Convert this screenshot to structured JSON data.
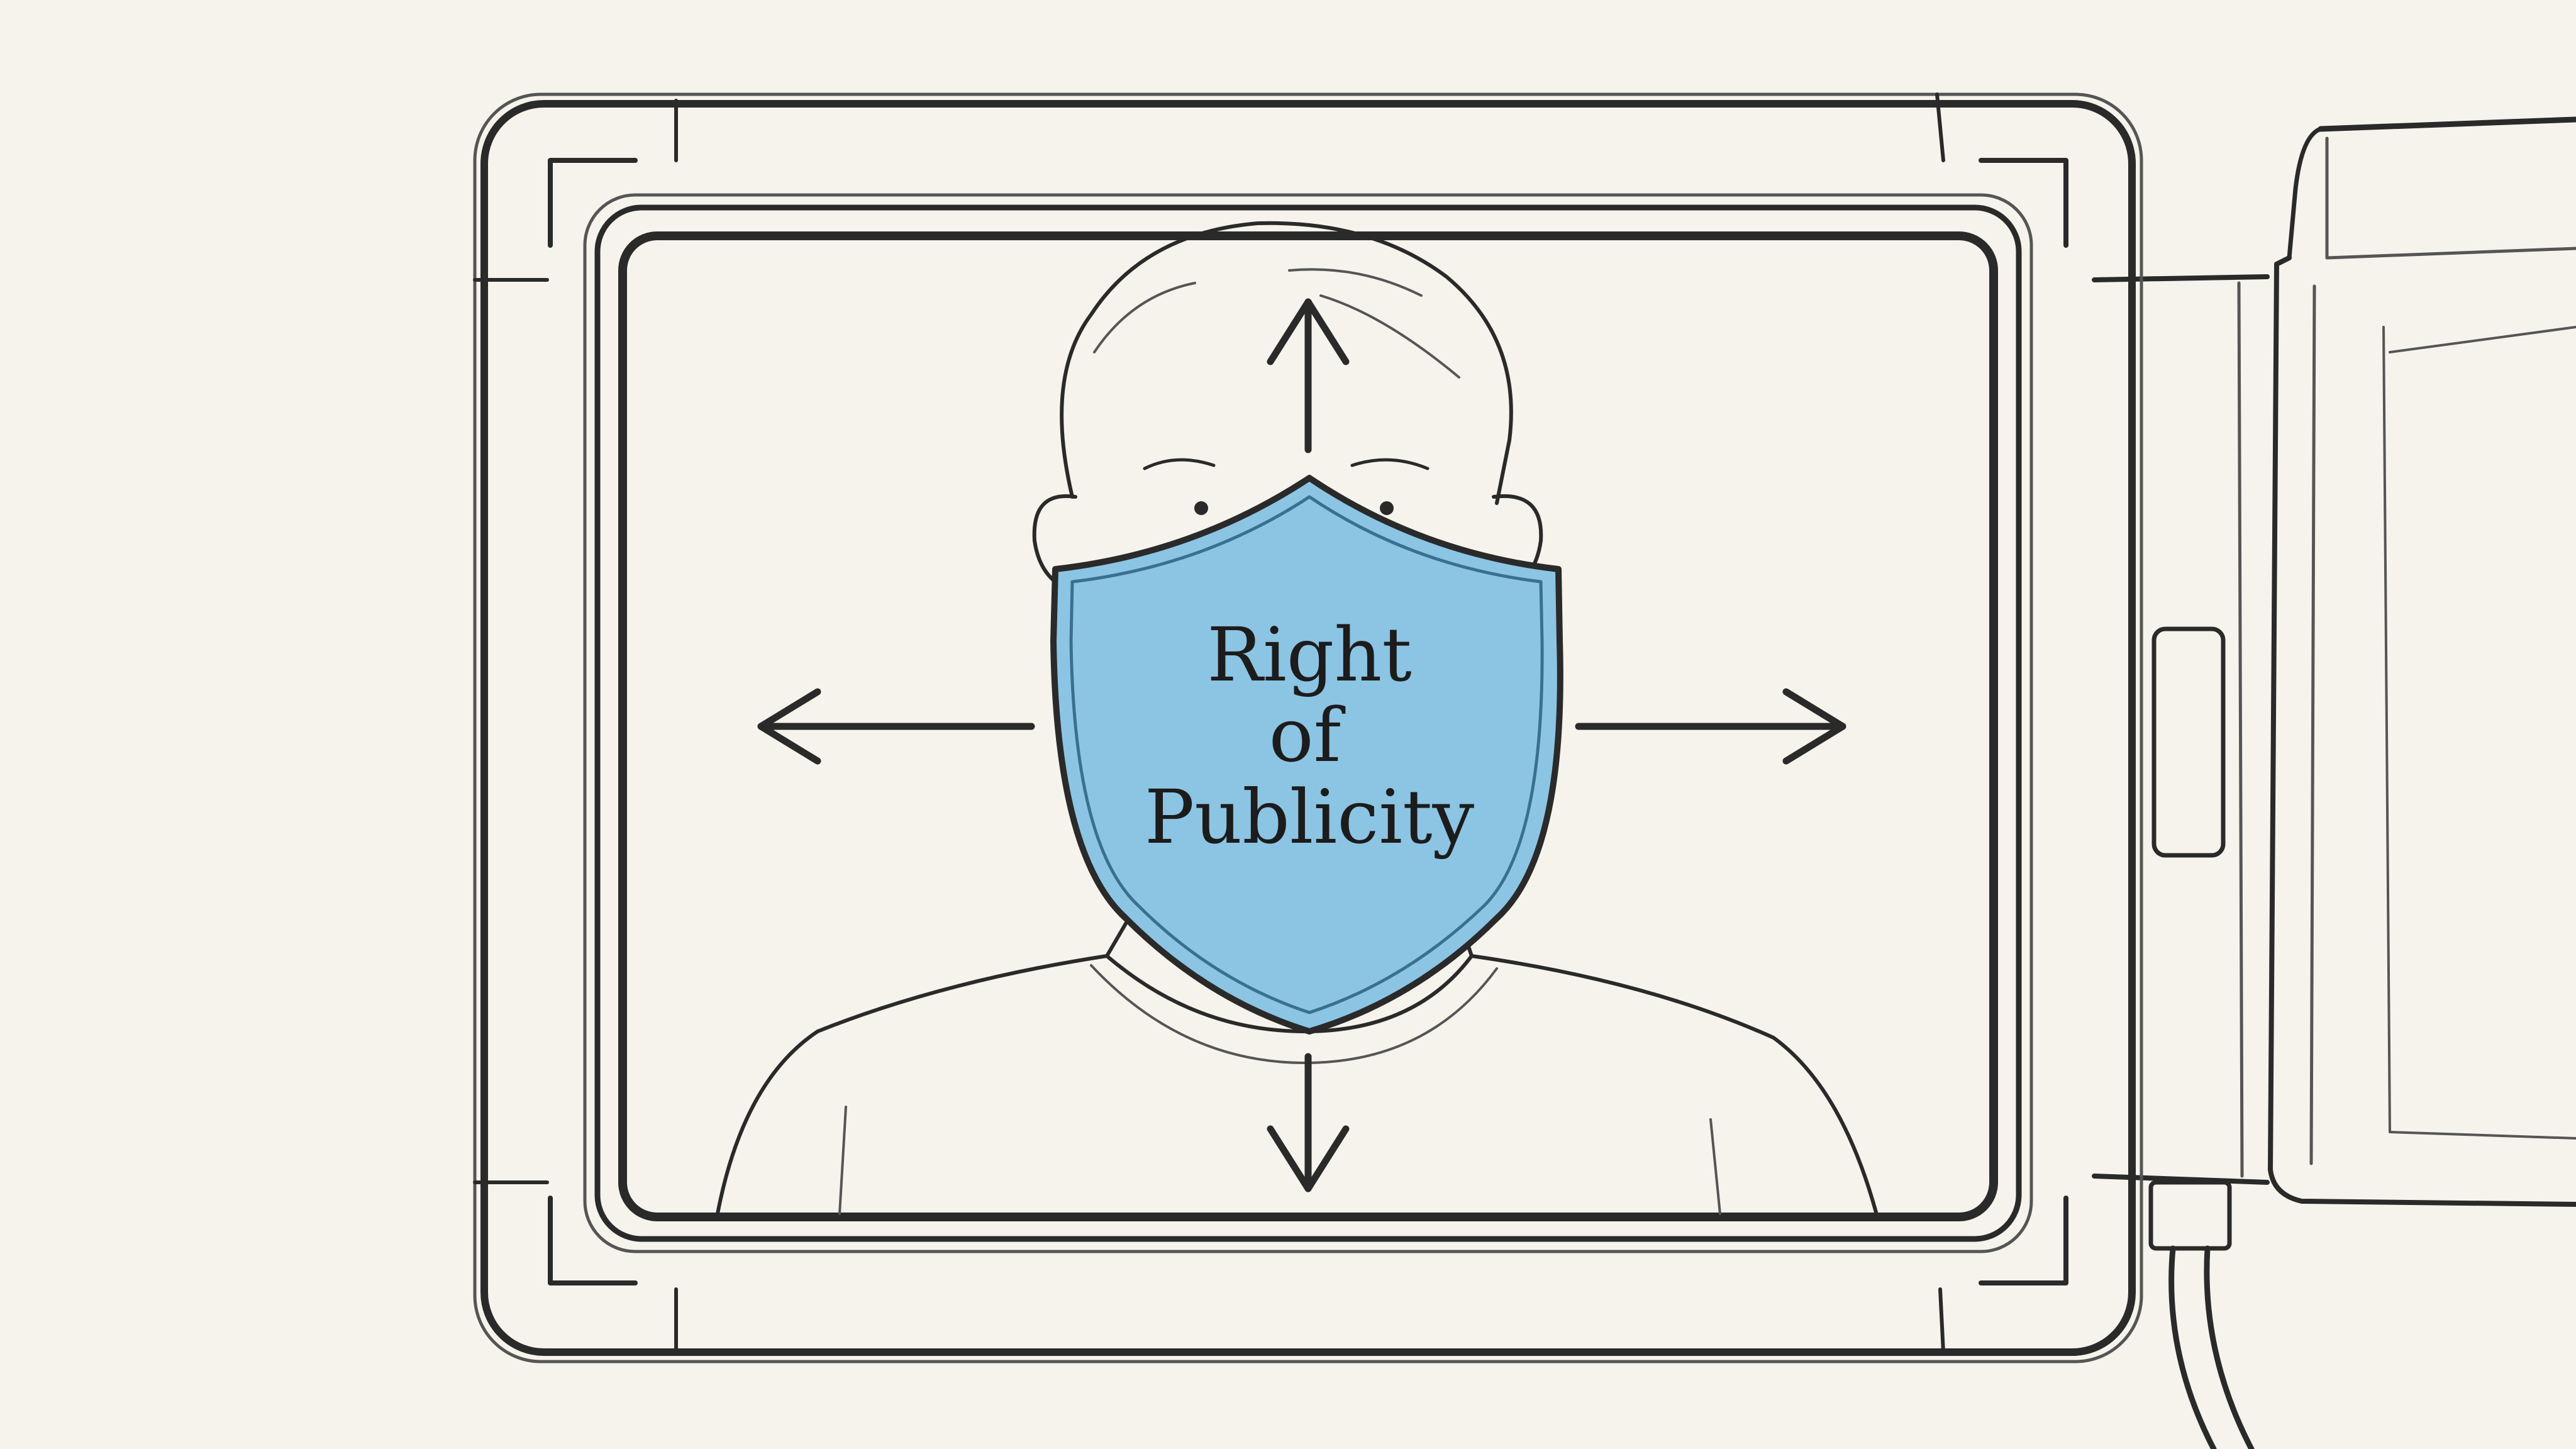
{
  "shield": {
    "line1": "Right",
    "line2": "of",
    "line3": "Publicity"
  },
  "colors": {
    "paper": "#f5f3ec",
    "ink": "#2a2a2a",
    "shield_fill": "#8cc4e4",
    "shield_edge": "#3b6f8f"
  },
  "icons": {
    "arrows": [
      "arrow-up-icon",
      "arrow-down-icon",
      "arrow-left-icon",
      "arrow-right-icon"
    ],
    "monitor": "monitor-icon",
    "person": "person-icon",
    "shield": "shield-icon"
  }
}
